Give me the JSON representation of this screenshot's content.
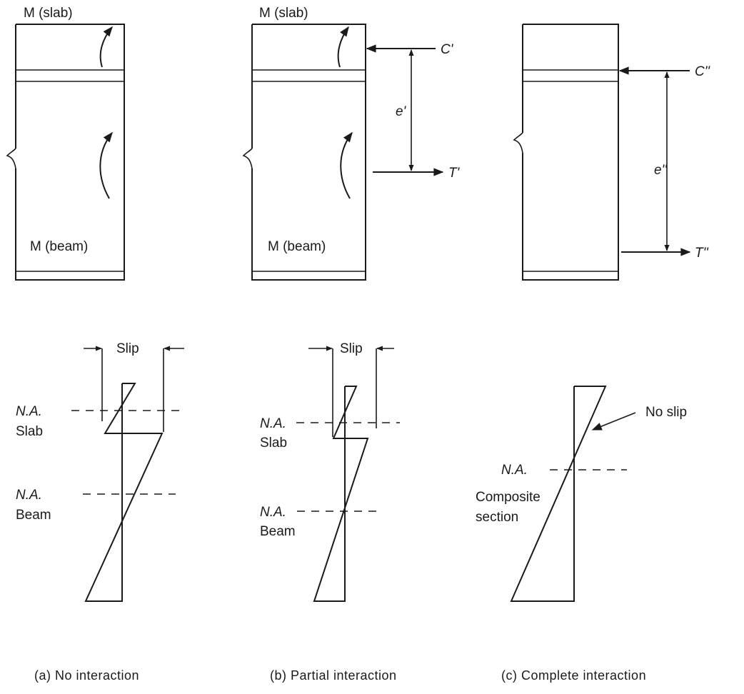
{
  "top": {
    "a": {
      "slab_moment": "M (slab)",
      "beam_moment": "M (beam)"
    },
    "b": {
      "slab_moment": "M (slab)",
      "beam_moment": "M (beam)",
      "compression": "C'",
      "tension": "T'",
      "arm": "e'"
    },
    "c": {
      "compression": "C''",
      "tension": "T''",
      "arm": "e''"
    }
  },
  "bottom": {
    "a": {
      "slip": "Slip",
      "na_slab": "N.A.",
      "slab": "Slab",
      "na_beam": "N.A.",
      "beam": "Beam"
    },
    "b": {
      "slip": "Slip",
      "na_slab": "N.A.",
      "slab": "Slab",
      "na_beam": "N.A.",
      "beam": "Beam"
    },
    "c": {
      "no_slip": "No slip",
      "na": "N.A.",
      "composite_line1": "Composite",
      "composite_line2": "section"
    }
  },
  "captions": {
    "a": "(a) No interaction",
    "b": "(b) Partial interaction",
    "c": "(c) Complete interaction"
  }
}
